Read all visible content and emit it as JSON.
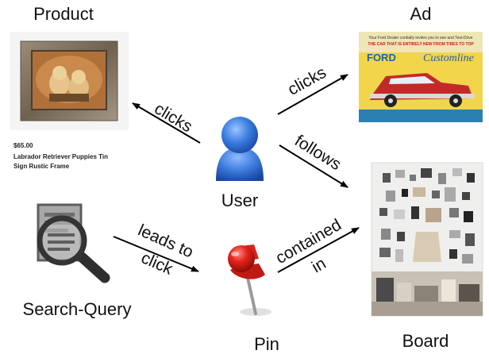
{
  "nodes": {
    "product": "Product",
    "ad": "Ad",
    "user": "User",
    "search_query": "Search-Query",
    "pin": "Pin",
    "board": "Board"
  },
  "edges": {
    "user_product": "clicks",
    "user_ad": "clicks",
    "user_board": "follows",
    "query_pin_line1": "leads to",
    "query_pin_line2": "click",
    "pin_board_line1": "contained",
    "pin_board_line2": "in"
  },
  "product_card": {
    "price": "$65.00",
    "title_line1": "Labrador Retriever Puppies Tin",
    "title_line2": "Sign Rustic Frame"
  },
  "ad_image": {
    "header_line1": "Your Ford Dealer cordially invites you to see and Test-Drive",
    "header_line2": "THE CAR THAT IS ENTIRELY NEW FROM TIRES TO TOP",
    "brand": "FORD",
    "model": "Customline"
  },
  "colors": {
    "user_blue": "#2f6fd6",
    "pin_red": "#d9221c",
    "ad_yellow": "#f2d54a",
    "car_red": "#c22a2a",
    "frame_wood": "#8a7a66"
  }
}
